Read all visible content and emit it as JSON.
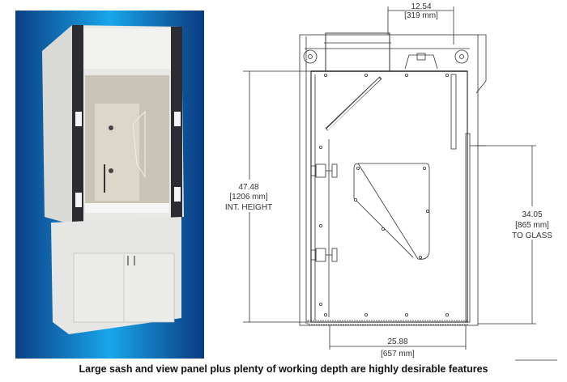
{
  "photo": {
    "alt_subject": "fume-hood-photo",
    "background_color": "#1a7fd0"
  },
  "drawing": {
    "top_dimension": {
      "value": "12.54",
      "metric": "[319 mm]"
    },
    "height_dimension": {
      "value": "47.48",
      "metric": "[1206 mm]",
      "label": "INT. HEIGHT"
    },
    "glass_dimension": {
      "value": "34.05",
      "metric": "[865 mm]",
      "label": "TO GLASS"
    },
    "depth_dimension": {
      "value": "25.88",
      "metric": "[657 mm]"
    }
  },
  "caption": "Large sash and view panel plus plenty of working depth are highly desirable features"
}
